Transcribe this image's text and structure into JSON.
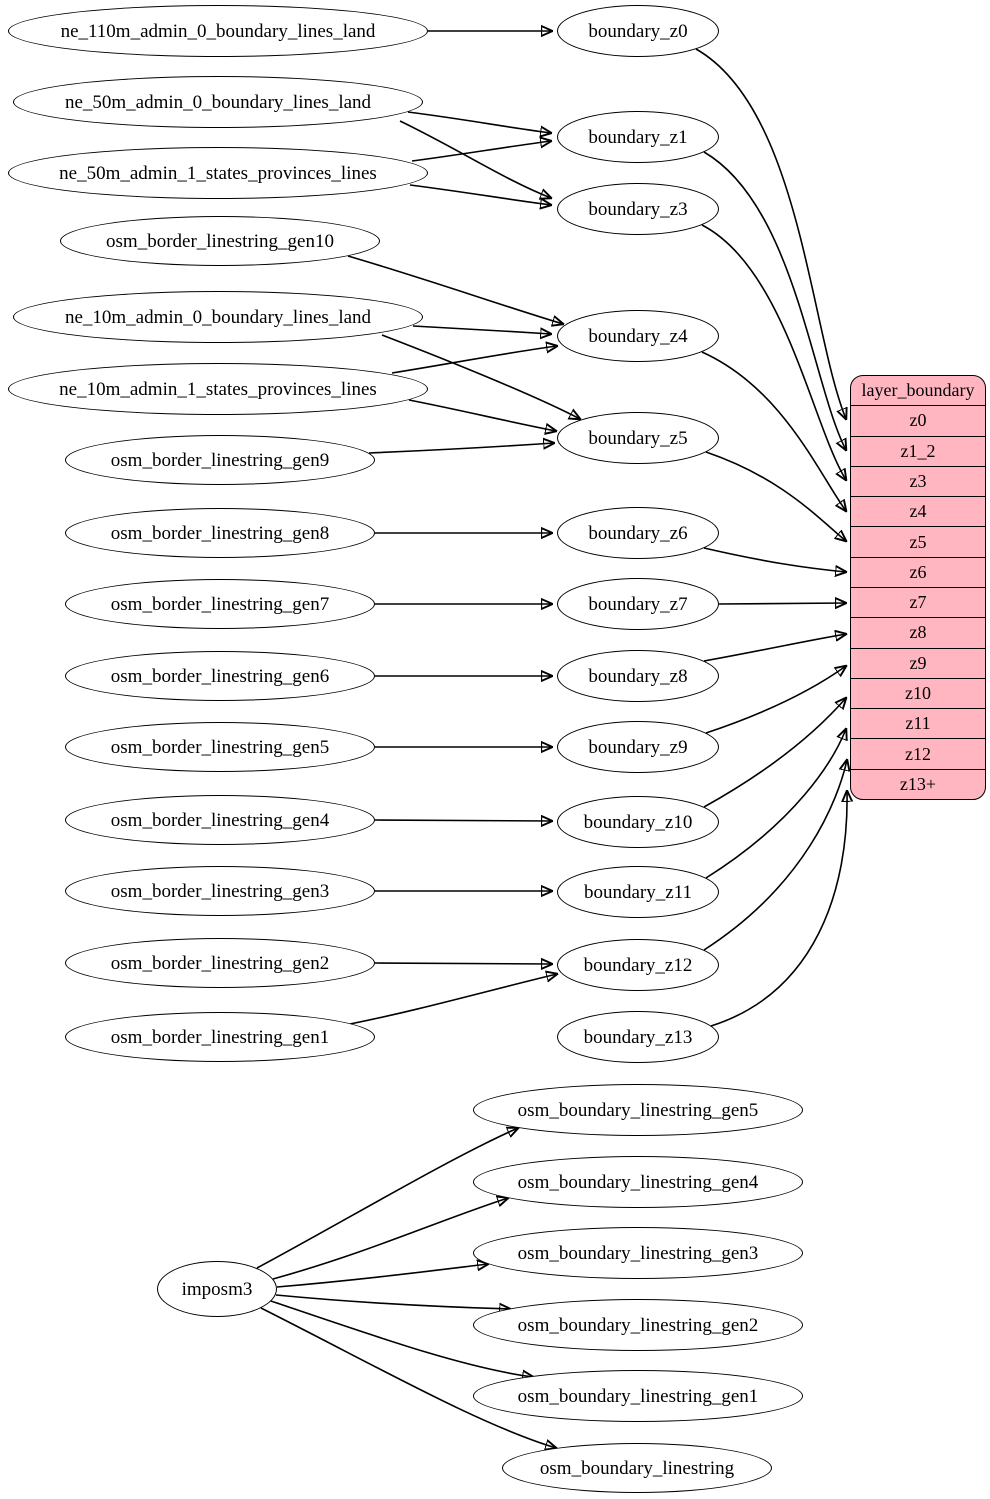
{
  "nodes": {
    "sources": [
      "ne_110m_admin_0_boundary_lines_land",
      "ne_50m_admin_0_boundary_lines_land",
      "ne_50m_admin_1_states_provinces_lines",
      "osm_border_linestring_gen10",
      "ne_10m_admin_0_boundary_lines_land",
      "ne_10m_admin_1_states_provinces_lines",
      "osm_border_linestring_gen9",
      "osm_border_linestring_gen8",
      "osm_border_linestring_gen7",
      "osm_border_linestring_gen6",
      "osm_border_linestring_gen5",
      "osm_border_linestring_gen4",
      "osm_border_linestring_gen3",
      "osm_border_linestring_gen2",
      "osm_border_linestring_gen1"
    ],
    "transforms": [
      "boundary_z0",
      "boundary_z1",
      "boundary_z3",
      "boundary_z4",
      "boundary_z5",
      "boundary_z6",
      "boundary_z7",
      "boundary_z8",
      "boundary_z9",
      "boundary_z10",
      "boundary_z11",
      "boundary_z12",
      "boundary_z13"
    ],
    "importer": "imposm3",
    "importer_outputs": [
      "osm_boundary_linestring_gen5",
      "osm_boundary_linestring_gen4",
      "osm_boundary_linestring_gen3",
      "osm_boundary_linestring_gen2",
      "osm_boundary_linestring_gen1",
      "osm_boundary_linestring"
    ]
  },
  "table": {
    "title": "layer_boundary",
    "rows": [
      "z0",
      "z1_2",
      "z3",
      "z4",
      "z5",
      "z6",
      "z7",
      "z8",
      "z9",
      "z10",
      "z11",
      "z12",
      "z13+"
    ]
  },
  "colors": {
    "node_fill": "#ffffff",
    "node_stroke": "#000000",
    "table_fill": "#ffb6c1",
    "edge": "#000000"
  },
  "edges": [
    {
      "from": "ne_110m_admin_0_boundary_lines_land",
      "to": "boundary_z0"
    },
    {
      "from": "ne_50m_admin_0_boundary_lines_land",
      "to": "boundary_z1"
    },
    {
      "from": "ne_50m_admin_0_boundary_lines_land",
      "to": "boundary_z3"
    },
    {
      "from": "ne_50m_admin_1_states_provinces_lines",
      "to": "boundary_z1"
    },
    {
      "from": "ne_50m_admin_1_states_provinces_lines",
      "to": "boundary_z3"
    },
    {
      "from": "osm_border_linestring_gen10",
      "to": "boundary_z4"
    },
    {
      "from": "ne_10m_admin_0_boundary_lines_land",
      "to": "boundary_z4"
    },
    {
      "from": "ne_10m_admin_0_boundary_lines_land",
      "to": "boundary_z5"
    },
    {
      "from": "ne_10m_admin_1_states_provinces_lines",
      "to": "boundary_z4"
    },
    {
      "from": "ne_10m_admin_1_states_provinces_lines",
      "to": "boundary_z5"
    },
    {
      "from": "osm_border_linestring_gen9",
      "to": "boundary_z5"
    },
    {
      "from": "osm_border_linestring_gen8",
      "to": "boundary_z6"
    },
    {
      "from": "osm_border_linestring_gen7",
      "to": "boundary_z7"
    },
    {
      "from": "osm_border_linestring_gen6",
      "to": "boundary_z8"
    },
    {
      "from": "osm_border_linestring_gen5",
      "to": "boundary_z9"
    },
    {
      "from": "osm_border_linestring_gen4",
      "to": "boundary_z10"
    },
    {
      "from": "osm_border_linestring_gen3",
      "to": "boundary_z11"
    },
    {
      "from": "osm_border_linestring_gen2",
      "to": "boundary_z12"
    },
    {
      "from": "osm_border_linestring_gen1",
      "to": "boundary_z12"
    },
    {
      "from": "boundary_z0",
      "to": "layer_boundary:z0"
    },
    {
      "from": "boundary_z1",
      "to": "layer_boundary:z1_2"
    },
    {
      "from": "boundary_z3",
      "to": "layer_boundary:z3"
    },
    {
      "from": "boundary_z4",
      "to": "layer_boundary:z4"
    },
    {
      "from": "boundary_z5",
      "to": "layer_boundary:z5"
    },
    {
      "from": "boundary_z6",
      "to": "layer_boundary:z6"
    },
    {
      "from": "boundary_z7",
      "to": "layer_boundary:z7"
    },
    {
      "from": "boundary_z8",
      "to": "layer_boundary:z8"
    },
    {
      "from": "boundary_z9",
      "to": "layer_boundary:z9"
    },
    {
      "from": "boundary_z10",
      "to": "layer_boundary:z10"
    },
    {
      "from": "boundary_z11",
      "to": "layer_boundary:z11"
    },
    {
      "from": "boundary_z12",
      "to": "layer_boundary:z12"
    },
    {
      "from": "boundary_z13",
      "to": "layer_boundary:z13+"
    },
    {
      "from": "imposm3",
      "to": "osm_boundary_linestring_gen5"
    },
    {
      "from": "imposm3",
      "to": "osm_boundary_linestring_gen4"
    },
    {
      "from": "imposm3",
      "to": "osm_boundary_linestring_gen3"
    },
    {
      "from": "imposm3",
      "to": "osm_boundary_linestring_gen2"
    },
    {
      "from": "imposm3",
      "to": "osm_boundary_linestring_gen1"
    },
    {
      "from": "imposm3",
      "to": "osm_boundary_linestring"
    }
  ]
}
